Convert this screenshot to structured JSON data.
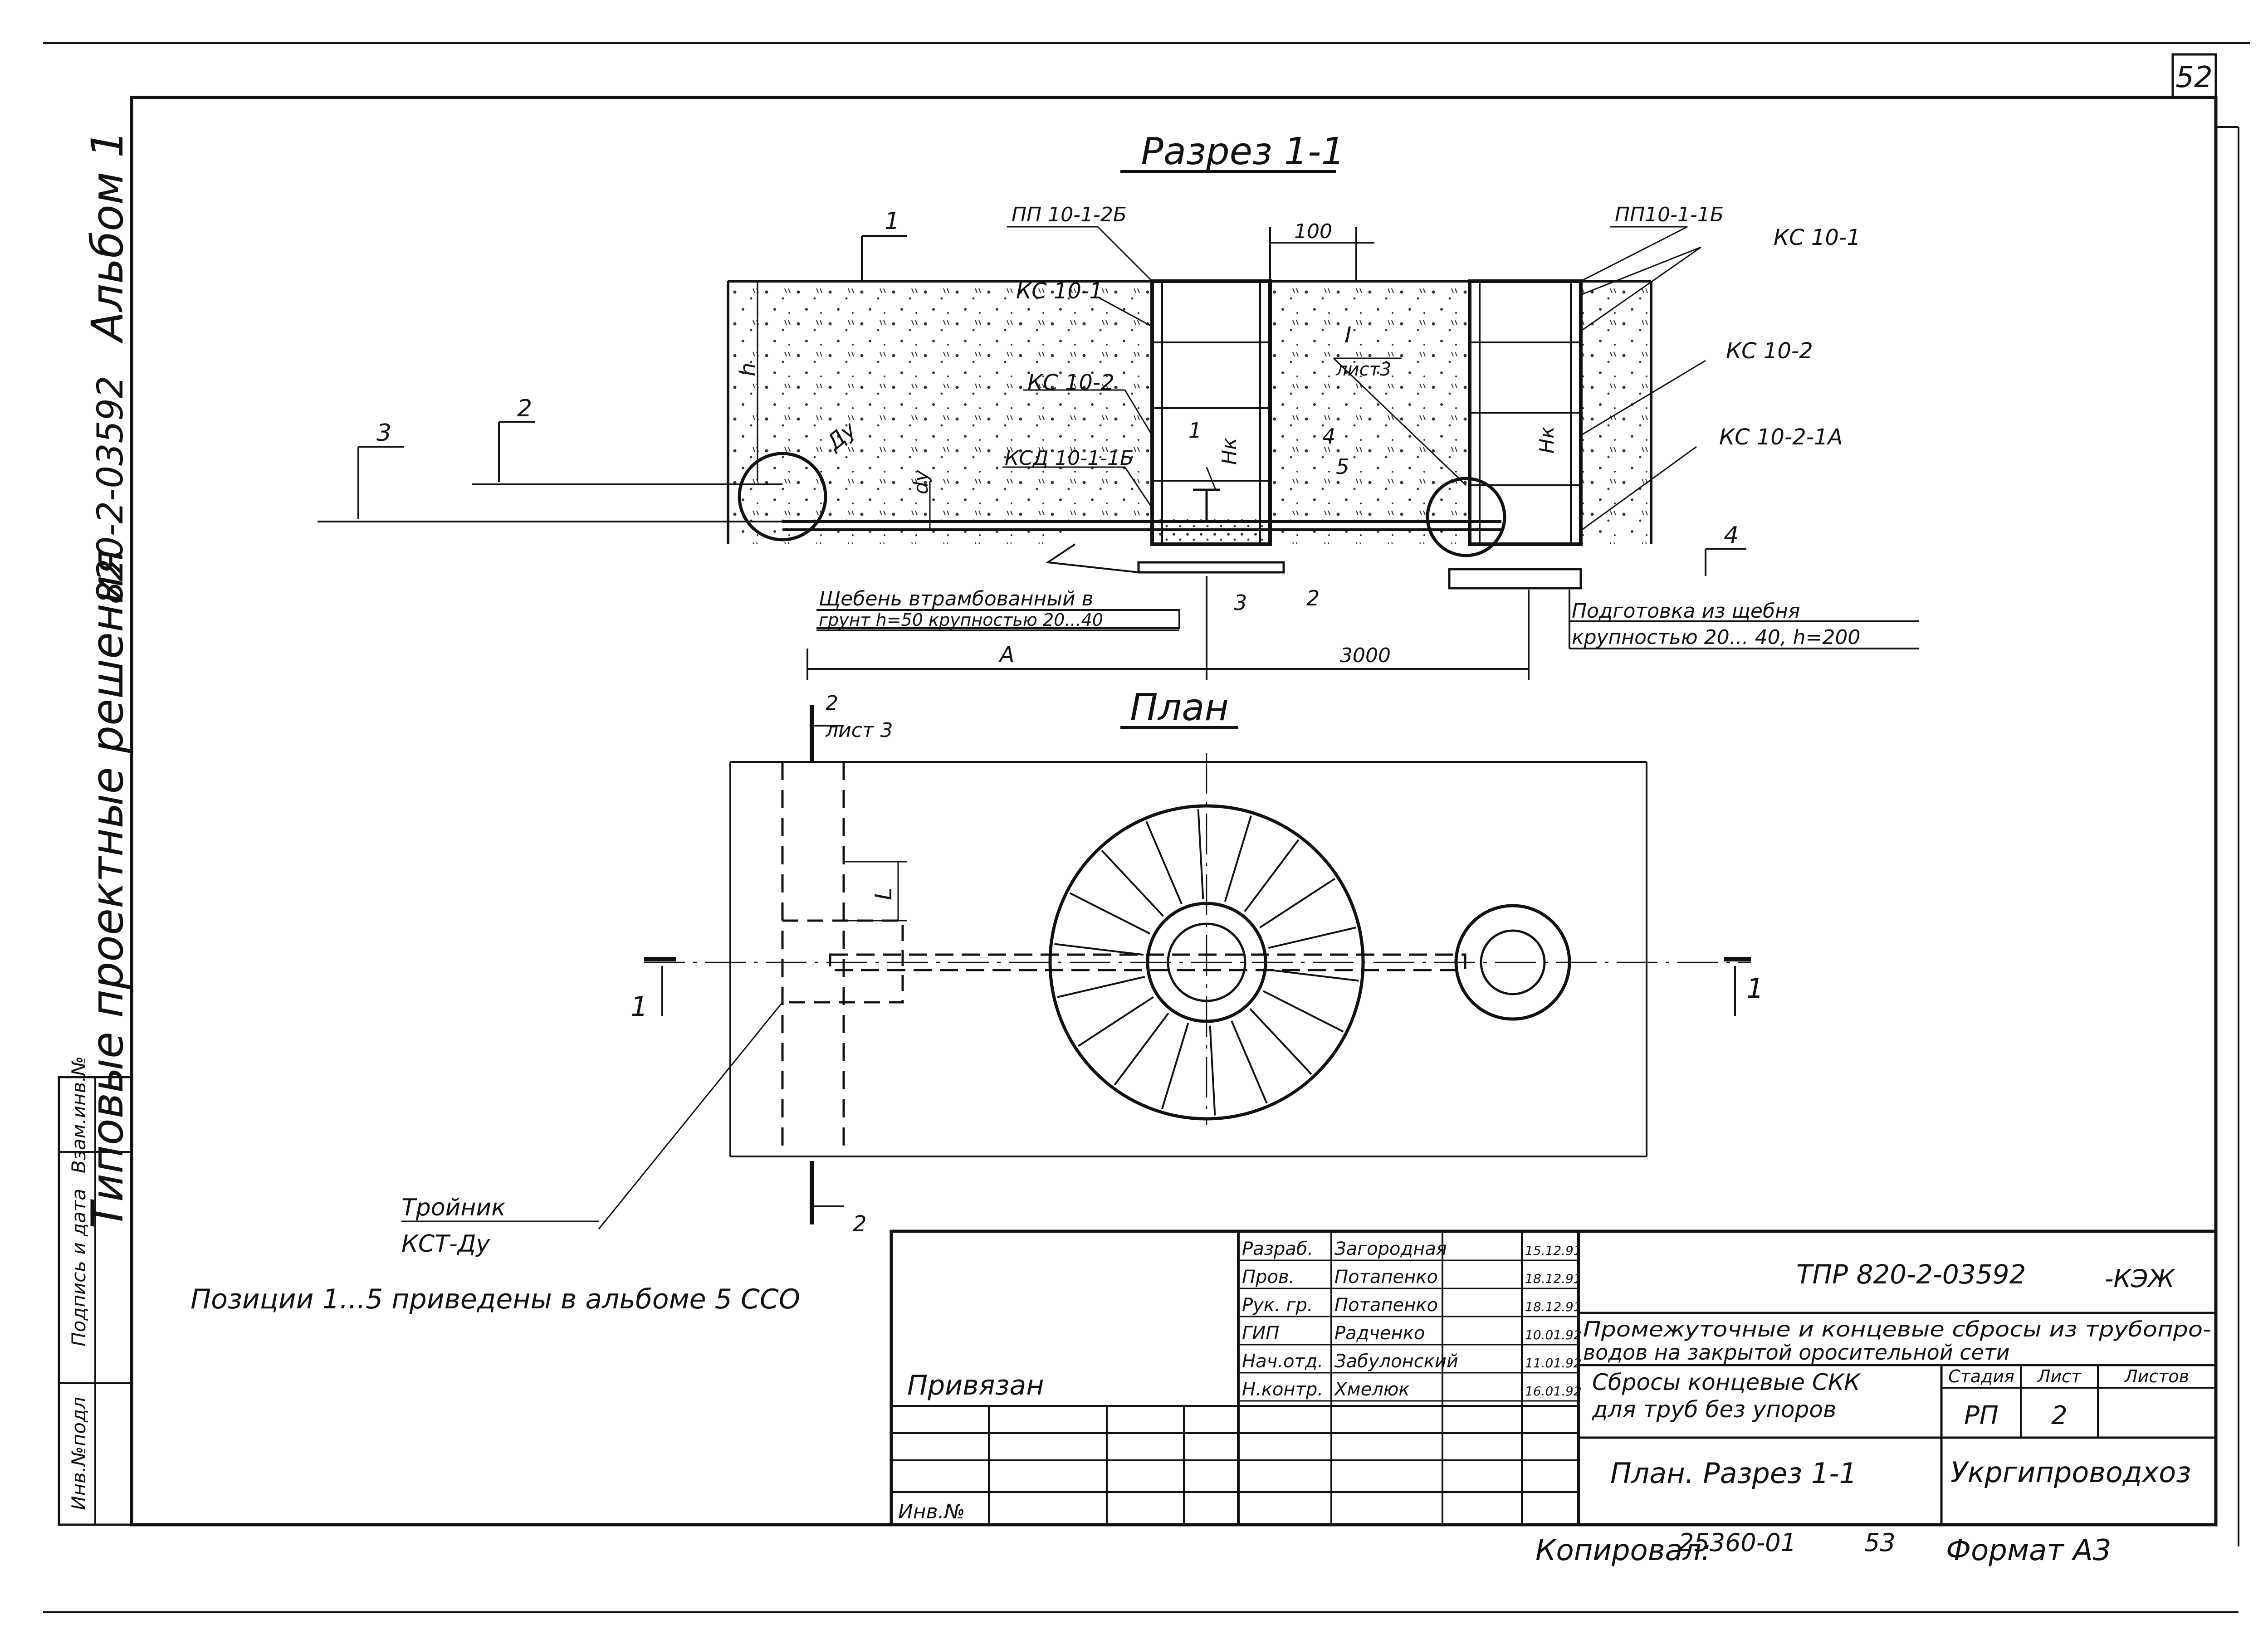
{
  "sheet": {
    "page_number": "52",
    "album_text": "Альбом 1",
    "series_text": "820-2-03592",
    "typical_text": "Типовые проектные решения",
    "left_stamp": {
      "inv_podl": "Инв.№подл",
      "podpis_data": "Подпись и дата",
      "vzam_inv": "Взам.инв.№"
    }
  },
  "section": {
    "title": "Разрез 1-1",
    "labels": {
      "pp_left": "ПП 10-1-2Б",
      "pp_right": "ПП10-1-1Б",
      "kc101_left": "КС 10-1",
      "kc101_right": "КС 10-1",
      "kc102_left": "КС 10-2",
      "kc102_right": "КС 10-2",
      "kc1021a": "КС 10-2-1А",
      "ksd": "КСД 10-1-1Б",
      "dim_100": "100",
      "dim_3000": "3000",
      "dim_A": "А",
      "ref_I": "I",
      "ref_list3": "лист3",
      "h": "h",
      "du_pipe": "Ду",
      "du_small": "dу",
      "hk_left": "Нк",
      "hk_right": "Нк",
      "callout_1_top": "1",
      "callout_2": "2",
      "callout_3": "3",
      "callout_4": "4",
      "callout_1_inner": "1",
      "callout_4_inner": "4",
      "callout_5_inner": "5",
      "callout_3_bottom": "3",
      "callout_2_bottom": "2",
      "note_left_1": "Щебень втрамбованный в",
      "note_left_2": "грунт h=50 крупностью 20...40",
      "note_right_1": "Подготовка из щебня",
      "note_right_2": "крупностью 20... 40, h=200"
    }
  },
  "plan": {
    "title": "План",
    "labels": {
      "cut_2_top": "2",
      "cut_2_top_sheet": "лист 3",
      "cut_2_bottom": "2",
      "cut_1_left": "1",
      "cut_1_right": "1",
      "dim_L": "L",
      "tee_1": "Тройник",
      "tee_2": "КСТ-Ду"
    }
  },
  "note": "Позиции 1...5 приведены в альбоме 5 ССО",
  "title_block": {
    "project_code": "ТПР 820-2-03592",
    "suffix": "-КЭЖ",
    "project_name_1": "Промежуточные и концевые сбросы из трубопро-",
    "project_name_2": "водов на закрытой оросительной сети",
    "sheet_title_1": "Сбросы концевые СКК",
    "sheet_title_2": "для труб без упоров",
    "drawing_title": "План. Разрез 1-1",
    "organization": "Укргипроводхоз",
    "headers": {
      "stage": "Стадия",
      "sheet": "Лист",
      "sheets": "Листов"
    },
    "stage": "РП",
    "sheet": "2",
    "sheets": "",
    "privyazan": "Привязан",
    "inv_no": "Инв.№",
    "signatures": [
      {
        "role": "Разраб.",
        "name": "Загородная",
        "date": "15.12.91"
      },
      {
        "role": "Пров.",
        "name": "Потапенко",
        "date": "18.12.91"
      },
      {
        "role": "Рук. гр.",
        "name": "Потапенко",
        "date": "18.12.91"
      },
      {
        "role": "ГИП",
        "name": "Радченко",
        "date": "10.01.92"
      },
      {
        "role": "Нач.отд.",
        "name": "Забулонский",
        "date": "11.01.92"
      },
      {
        "role": "Н.контр.",
        "name": "Хмелюк",
        "date": "16.01.92"
      }
    ],
    "copy_label": "Копировал:",
    "copy_number": "25360-01",
    "copy_page": "53",
    "format_label": "Формат А3"
  }
}
